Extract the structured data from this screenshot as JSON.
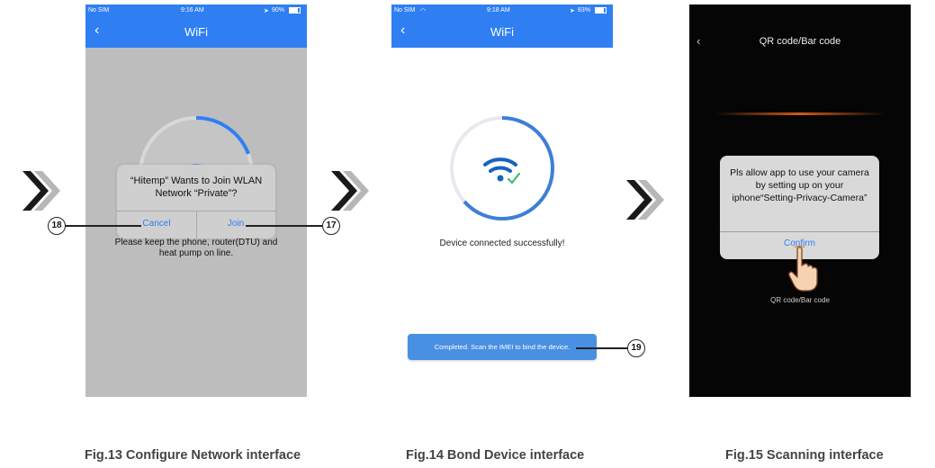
{
  "colors": {
    "accent": "#2f7ff3",
    "scan_line": "#d05a1a",
    "chevron_dark": "#1a1a1a",
    "chevron_light": "#b7b7b7"
  },
  "phone1": {
    "status": {
      "carrier": "No SIM",
      "time": "9:16 AM",
      "battery": "90%"
    },
    "nav_title": "WiFi",
    "dialog": {
      "title": "“Hitemp” Wants to Join WLAN Network “Private”?",
      "cancel_label": "Cancel",
      "join_label": "Join"
    },
    "message": "Please keep the phone, router(DTU) and heat pump on line."
  },
  "phone2": {
    "status": {
      "carrier": "No SIM",
      "time": "9:18 AM",
      "battery": "83%"
    },
    "nav_title": "WiFi",
    "message": "Device connected successfully!",
    "scan_button_label": "Completed. Scan the IMEI to bind the device."
  },
  "phone3": {
    "nav_title": "QR code/Bar code",
    "dialog": {
      "message": "Pls allow app to use your camera by setting up on your iphone“Setting-Privacy-Camera”",
      "confirm_label": "Confirm"
    },
    "bottom_label": "QR code/Bar code"
  },
  "callouts": {
    "c18": "18",
    "c17": "17",
    "c19": "19"
  },
  "captions": {
    "fig13": "Fig.13 Configure Network interface",
    "fig14": "Fig.14 Bond Device interface",
    "fig15": "Fig.15 Scanning interface"
  }
}
